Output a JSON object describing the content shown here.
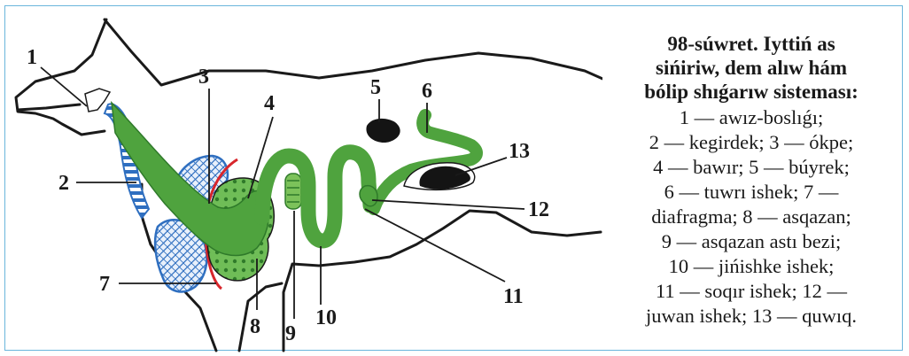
{
  "figure": {
    "labels": {
      "l1": "1",
      "l2": "2",
      "l3": "3",
      "l4": "4",
      "l5": "5",
      "l6": "6",
      "l7": "7",
      "l8": "8",
      "l9": "9",
      "l10": "10",
      "l11": "11",
      "l12": "12",
      "l13": "13"
    },
    "colors": {
      "outline": "#1a1a1a",
      "digestive": "#4fa33e",
      "digestive_light": "#7cc25a",
      "respiratory": "#2f6fc0",
      "diaphragm": "#d8262c",
      "kidney": "#141414"
    }
  },
  "caption": {
    "title": [
      "98-súwret. Iyttiń as",
      "sińiriw, dem alıw hám",
      "bólip shıǵarıw sisteması:"
    ],
    "lines": [
      "1 — awız-boslıǵı;",
      "2 — kegirdek;  3 — ókpe;",
      "4 — bawır;  5 — búyrek;",
      "6 — tuwrı ishek;  7 —",
      "diafragma;  8 — asqazan;",
      "9 —  asqazan astı bezi;",
      "10 — jińishke ishek;",
      "11 — soqır ishek;  12 —",
      "juwan ishek;  13 — quwıq."
    ]
  }
}
